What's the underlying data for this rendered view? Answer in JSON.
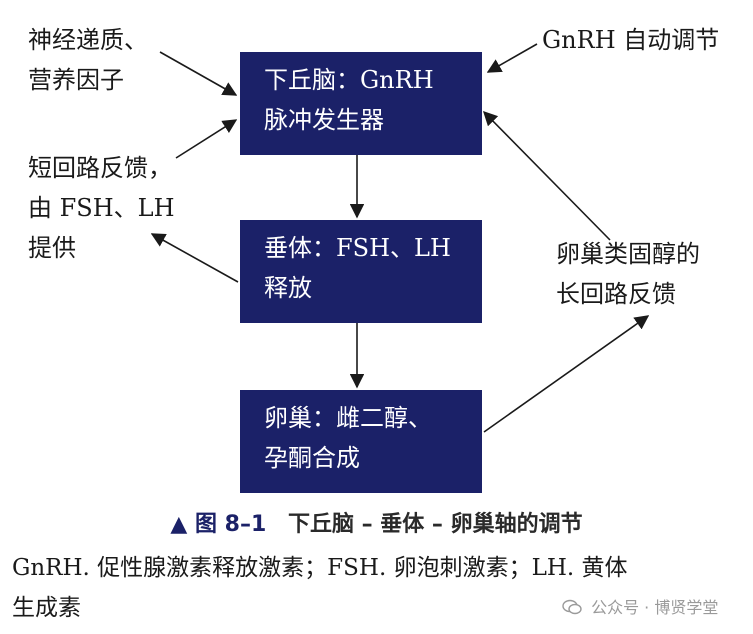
{
  "boxes": {
    "hypothalamus": {
      "line1": "下丘脑：GnRH",
      "line2": "脉冲发生器"
    },
    "pituitary": {
      "line1": "垂体：FSH、LH",
      "line2": "释放"
    },
    "ovary": {
      "line1": "卵巢：雌二醇、",
      "line2": "孕酮合成"
    }
  },
  "labels": {
    "neurotransmitters": {
      "line1": "神经递质、",
      "line2": "营养因子"
    },
    "gnrh_self": {
      "line1": "GnRH 自动调节"
    },
    "short_loop": {
      "line1": "短回路反馈，",
      "line2": "由 FSH、LH",
      "line3": "提供"
    },
    "long_loop": {
      "line1": "卵巢类固醇的",
      "line2": "长回路反馈"
    }
  },
  "caption": {
    "marker": "▲",
    "figure_number": "图 8–1",
    "title": "下丘脑 – 垂体 – 卵巢轴的调节"
  },
  "legend": {
    "line1": "GnRH. 促性腺激素释放激素；FSH. 卵泡刺激素；LH. 黄体",
    "line2": "生成素"
  },
  "watermark": {
    "text": "公众号 · 博贤学堂",
    "icon": "wechat-icon"
  },
  "colors": {
    "box_fill": "#1b2168",
    "box_text": "#ffffff",
    "arrow": "#1a1a1a"
  }
}
